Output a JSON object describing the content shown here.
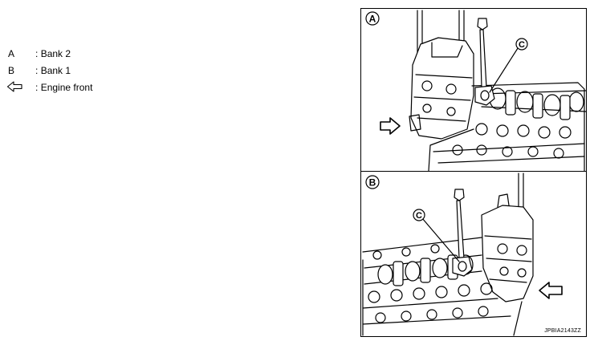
{
  "legend": {
    "items": [
      {
        "key": "A",
        "sep": ":",
        "value": "Bank 2"
      },
      {
        "key": "B",
        "sep": ":",
        "value": "Bank 1"
      },
      {
        "key_icon": "outline-arrow-left-icon",
        "sep": ":",
        "value": "Engine front"
      }
    ]
  },
  "figure": {
    "panel_a": {
      "label": "A",
      "callout": "C"
    },
    "panel_b": {
      "label": "B",
      "callout": "C"
    },
    "code": "JPBIA2143ZZ"
  }
}
